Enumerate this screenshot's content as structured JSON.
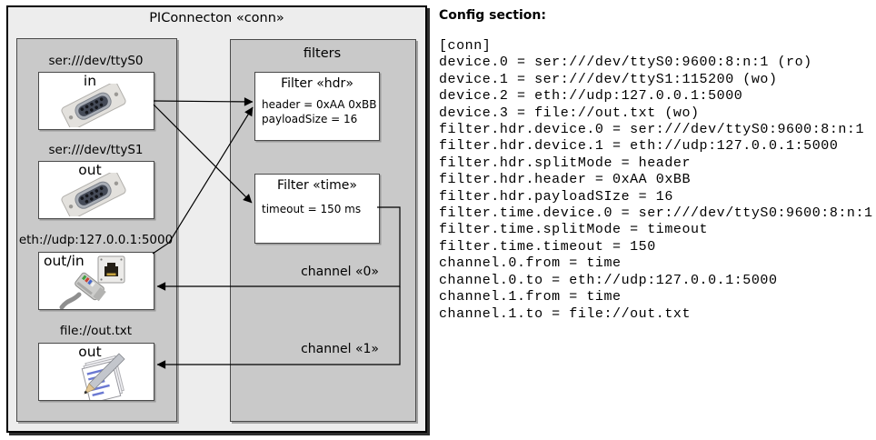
{
  "diagram": {
    "title": "PIConnecton «conn»",
    "devices": [
      {
        "label": "ser:///dev/ttyS0",
        "direction": "in",
        "icon": "serial-connector"
      },
      {
        "label": "ser:///dev/ttyS1",
        "direction": "out",
        "icon": "serial-connector"
      },
      {
        "label": "eth://udp:127.0.0.1:5000",
        "direction": "out/in",
        "icon": "ethernet-jack-and-cable"
      },
      {
        "label": "file://out.txt",
        "direction": "out",
        "icon": "notepad-pencil"
      }
    ],
    "filters_panel": {
      "title": "filters"
    },
    "filters": [
      {
        "title": "Filter «hdr»",
        "attrs": [
          "header = 0xAA 0xBB",
          "payloadSize = 16"
        ]
      },
      {
        "title": "Filter «time»",
        "attrs": [
          "timeout = 150 ms"
        ]
      }
    ],
    "channels": [
      {
        "label": "channel «0»"
      },
      {
        "label": "channel «1»"
      }
    ],
    "colors": {
      "outer_fill": "#ededed",
      "panel_fill": "#c9c9c9",
      "box_fill": "#ffffff",
      "border": "#000000",
      "panel_border": "#4a4a4a"
    }
  },
  "config": {
    "heading": "Config section:",
    "lines": [
      "[conn]",
      "device.0 = ser:///dev/ttyS0:9600:8:n:1 (ro)",
      "device.1 = ser:///dev/ttyS1:115200 (wo)",
      "device.2 = eth://udp:127.0.0.1:5000",
      "device.3 = file://out.txt (wo)",
      "filter.hdr.device.0 = ser:///dev/ttyS0:9600:8:n:1",
      "filter.hdr.device.1 = eth://udp:127.0.0.1:5000",
      "filter.hdr.splitMode = header",
      "filter.hdr.header = 0xAA 0xBB",
      "filter.hdr.payloadSIze = 16",
      "filter.time.device.0 = ser:///dev/ttyS0:9600:8:n:1",
      "filter.time.splitMode = timeout",
      "filter.time.timeout = 150",
      "channel.0.from = time",
      "channel.0.to = eth://udp:127.0.0.1:5000",
      "channel.1.from = time",
      "channel.1.to = file://out.txt"
    ]
  }
}
